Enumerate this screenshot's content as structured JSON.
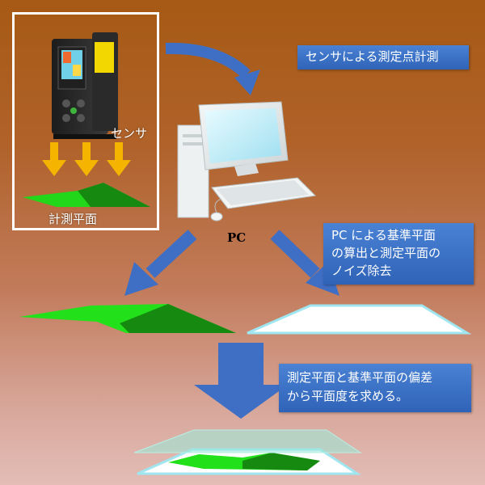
{
  "labels": {
    "sensor": "センサ",
    "measure_plane": "計測平面",
    "pc": "PC"
  },
  "steps": {
    "step1": "センサによる測定点計測",
    "step2_line1": "PC による基準平面",
    "step2_line2": "の算出と測定平面の",
    "step2_line3": "ノイズ除去",
    "step3_line1": "測定平面と基準平面の偏差",
    "step3_line2": "から平面度を求める。"
  },
  "colors": {
    "arrow_blue": "#3f6fc4",
    "box_blue": "#2f63b8",
    "plane_green": "#22c41a",
    "plane_dark_green": "#168a10",
    "sensor_arrow": "#f5b400"
  },
  "icons": [
    "laser-sensor-icon",
    "desktop-pc-icon"
  ]
}
